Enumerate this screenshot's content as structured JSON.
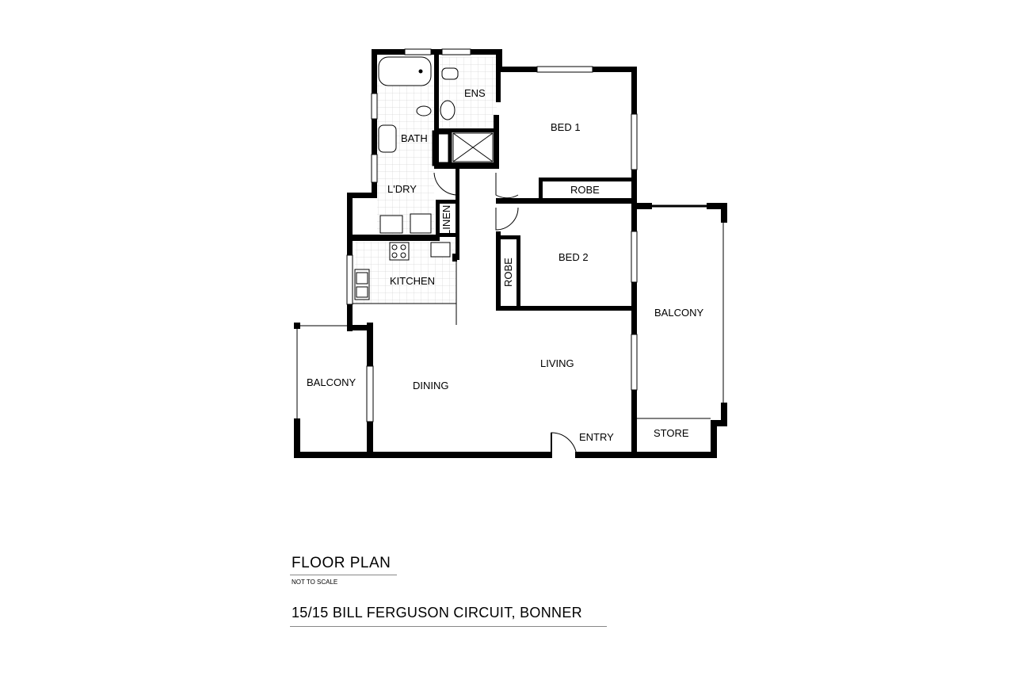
{
  "rooms": {
    "ens": "ENS",
    "bed1": "BED 1",
    "bath": "BATH",
    "ldry": "L'DRY",
    "robe1": "ROBE",
    "linen": "LINEN",
    "bed2": "BED 2",
    "robe2": "ROBE",
    "kitchen": "KITCHEN",
    "balcony_right": "BALCONY",
    "balcony_left": "BALCONY",
    "living": "LIVING",
    "dining": "DINING",
    "entry": "ENTRY",
    "store": "STORE"
  },
  "title": {
    "heading": "FLOOR PLAN",
    "scale_note": "NOT TO SCALE",
    "address": "15/15 BILL FERGUSON CIRCUIT, BONNER"
  },
  "colors": {
    "wall": "#000000",
    "tile_grid": "#d8d8d8",
    "window": "#ffffff"
  }
}
